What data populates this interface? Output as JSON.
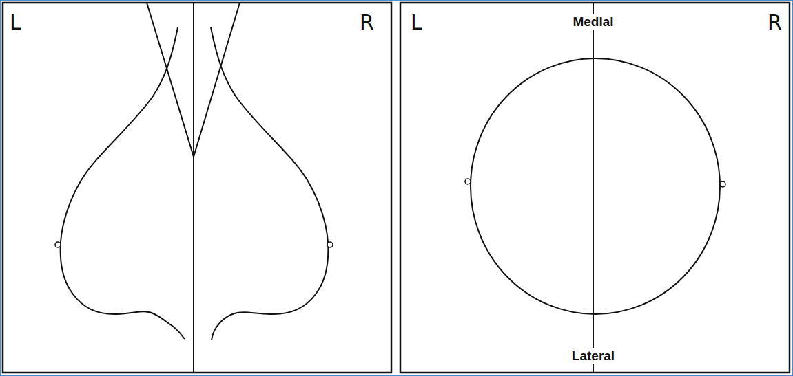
{
  "diagram": {
    "labels": [
      "L",
      "R",
      "L",
      "R",
      "Medial",
      "Lateral"
    ]
  }
}
